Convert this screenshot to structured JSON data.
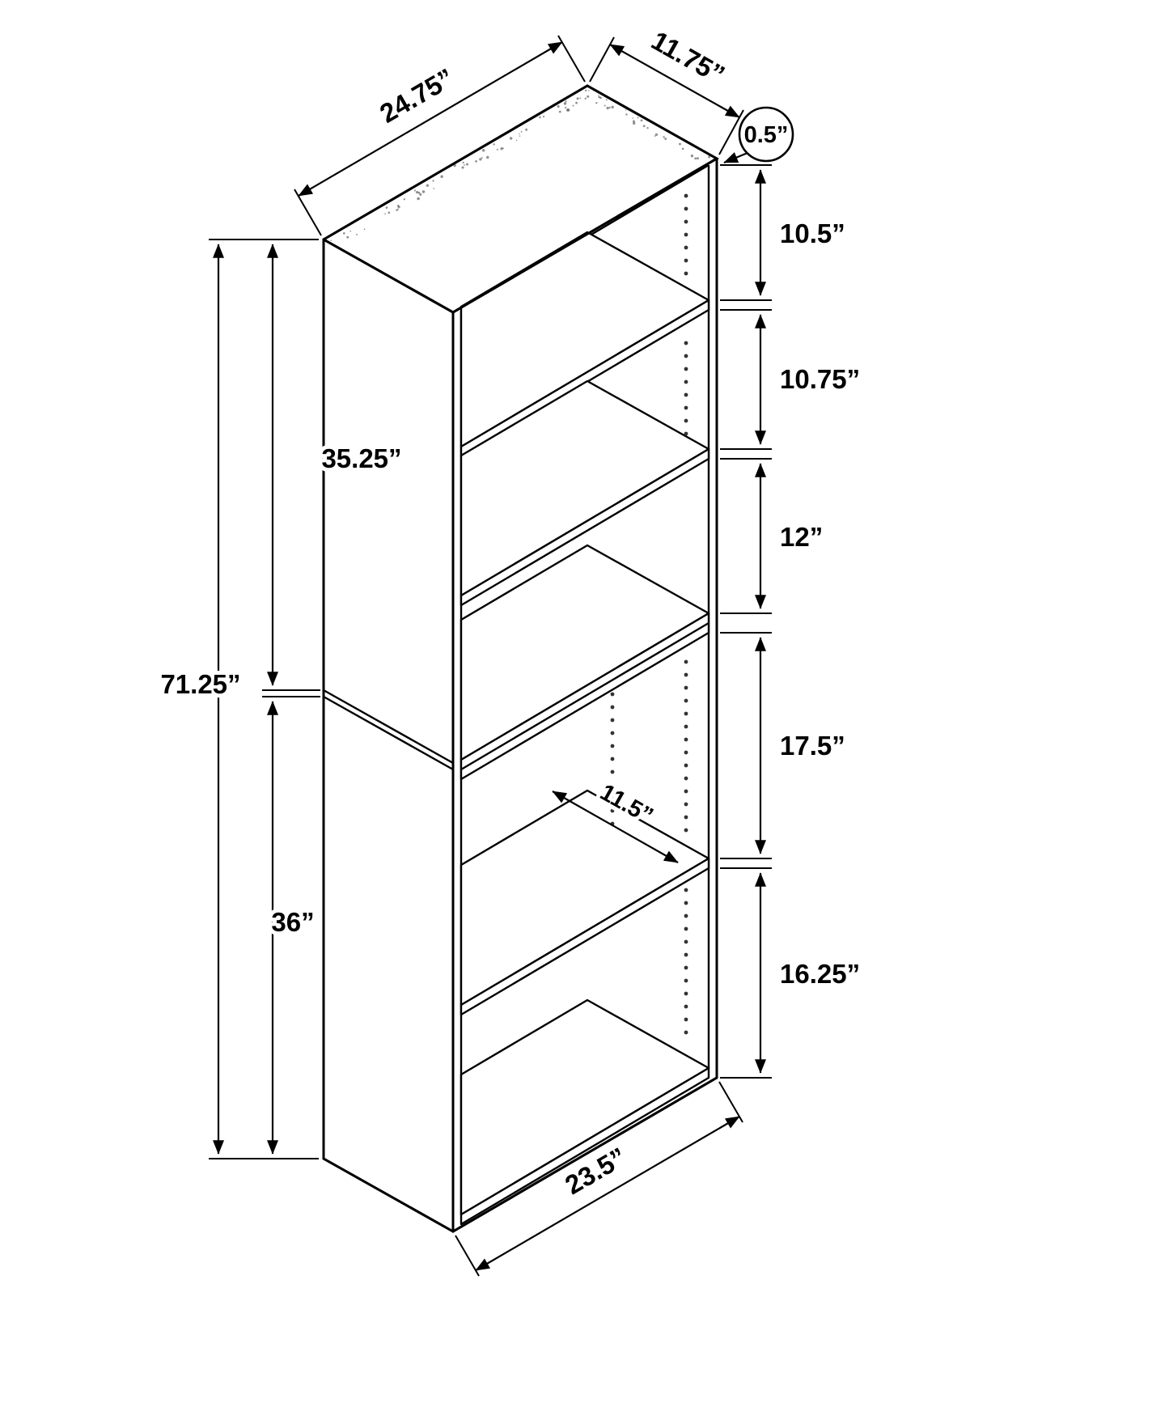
{
  "diagram": {
    "type": "furniture-dimension-drawing",
    "subject": "5-shelf bookcase isometric line drawing with dimensions",
    "colors": {
      "line": "#000000",
      "background": "#ffffff",
      "pinhole": "#333333"
    },
    "dimensions": {
      "top_width": "24.75”",
      "top_depth": "11.75”",
      "panel_thickness": "0.5”",
      "gap_1": "10.5”",
      "gap_2": "10.75”",
      "gap_3": "12”",
      "gap_4": "17.5”",
      "gap_5": "16.25”",
      "upper_unit_height": "35.25”",
      "total_height": "71.25”",
      "lower_unit_height": "36”",
      "shelf_depth": "11.5”",
      "bottom_width": "23.5”"
    }
  }
}
